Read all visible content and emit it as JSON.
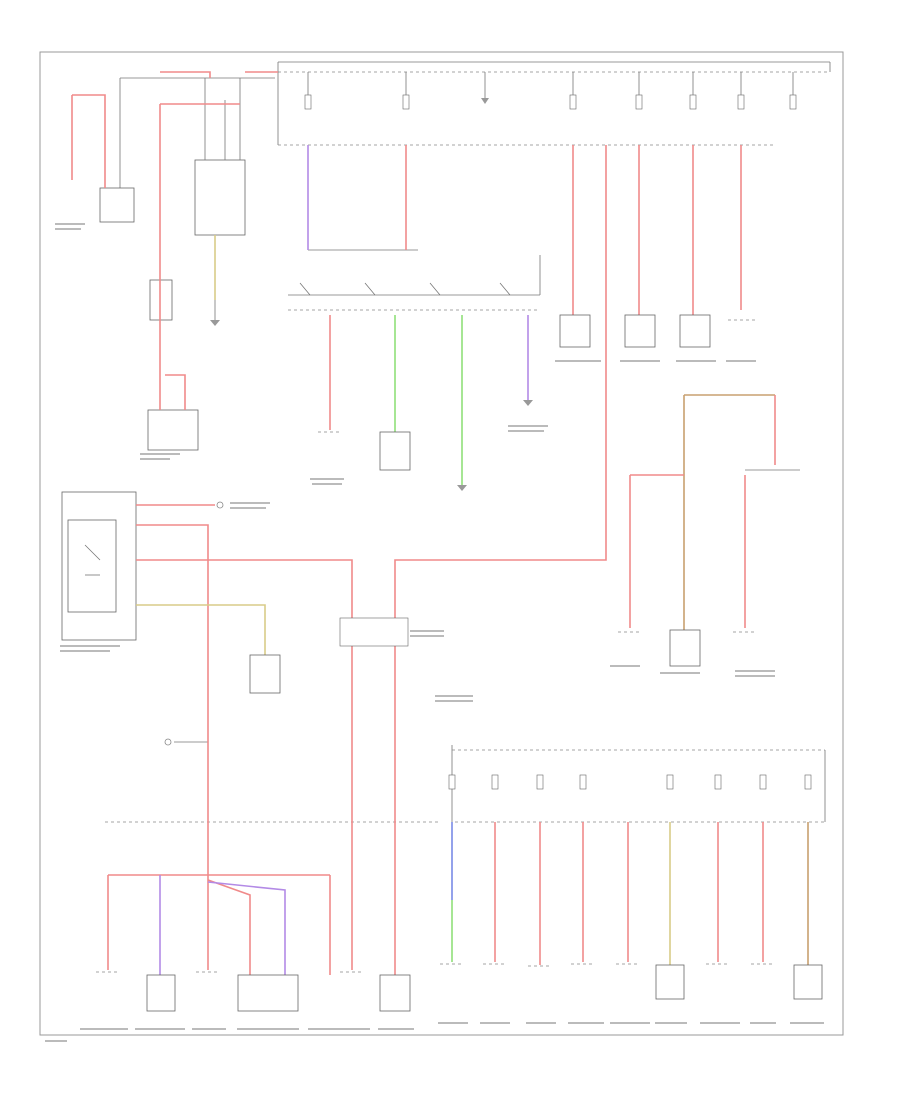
{
  "diagram": {
    "footer_code": "",
    "colors": {
      "red": "#f08a8a",
      "violet": "#b38ae6",
      "green": "#8fe07a",
      "yellow": "#d9cc88",
      "blue": "#7a8ae6",
      "brown": "#c8a070",
      "grey": "#888888",
      "frame": "#999999"
    },
    "icons": [
      "ground-symbol",
      "fuse-symbol",
      "switch-symbol",
      "connector-symbol"
    ]
  }
}
